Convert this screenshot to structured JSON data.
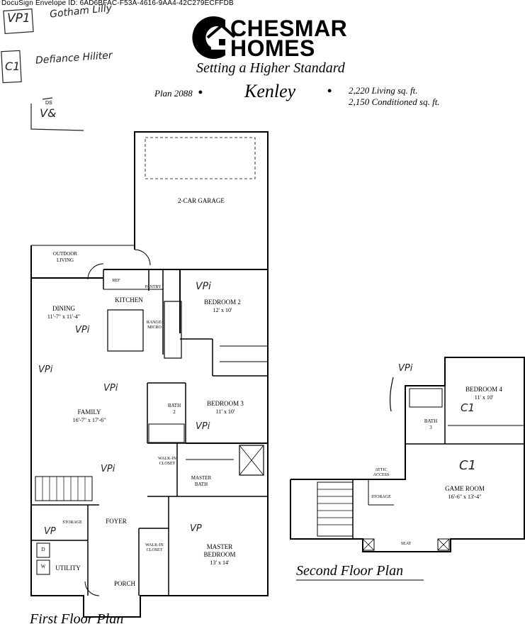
{
  "header": {
    "envelope_id": "DocuSign Envelope ID: 6AD6BFAC-F53A-4616-9AA4-42C279ECFFDB",
    "brand_line1": "CHESMAR",
    "brand_line2": "HOMES",
    "tagline": "Setting a Higher Standard",
    "plan_number": "Plan 2088",
    "model_name": "Kenley",
    "living_sqft": "2,220 Living sq. ft.",
    "conditioned_sqft": "2,150 Conditioned sq. ft."
  },
  "annotations": {
    "initial_vp1": "VP1",
    "note_1": "Gotham Lilly",
    "initial_c1": "C1",
    "note_2": "Defiance Hiliter",
    "ds_label": "DS",
    "ds_initials": "V&",
    "mark_vp": "VP",
    "mark_vpi": "VPi",
    "mark_c": "C1"
  },
  "first_floor": {
    "title": "First Floor Plan",
    "rooms": {
      "garage": "2-CAR GARAGE",
      "outdoor": "OUTDOOR",
      "outdoor2": "LIVING",
      "ref": "REF",
      "pantry": "PANTRY",
      "kitchen": "KITCHEN",
      "range": "RANGE/",
      "range2": "MICRO",
      "dining": "DINING",
      "dining_dim": "11'-7\" x 11'-4\"",
      "bedroom2": "BEDROOM 2",
      "bedroom2_dim": "12' x 10'",
      "family": "FAMILY",
      "family_dim": "16'-7\" x 17'-6\"",
      "bath2": "BATH",
      "bath2_num": "2",
      "bedroom3": "BEDROOM 3",
      "bedroom3_dim": "11' x 10'",
      "walkin1": "WALK-IN",
      "walkin1b": "CLOSET",
      "master_bath": "MASTER",
      "master_bath2": "BATH",
      "storage": "STORAGE",
      "foyer": "FOYER",
      "walkin2": "WALK-IN",
      "walkin2b": "CLOSET",
      "master_bed": "MASTER",
      "master_bed2": "BEDROOM",
      "master_bed_dim": "13' x 14'",
      "dryer": "D",
      "washer": "W",
      "utility": "UTILITY",
      "porch": "PORCH"
    }
  },
  "second_floor": {
    "title": "Second Floor Plan",
    "rooms": {
      "bedroom4": "BEDROOM 4",
      "bedroom4_dim": "11' x 10'",
      "bath3": "BATH",
      "bath3_num": "3",
      "attic": "ATTIC",
      "attic2": "ACCESS",
      "storage": "STORAGE",
      "game": "GAME ROOM",
      "game_dim": "16'-6\" x 13'-4\"",
      "seat": "SEAT"
    }
  }
}
